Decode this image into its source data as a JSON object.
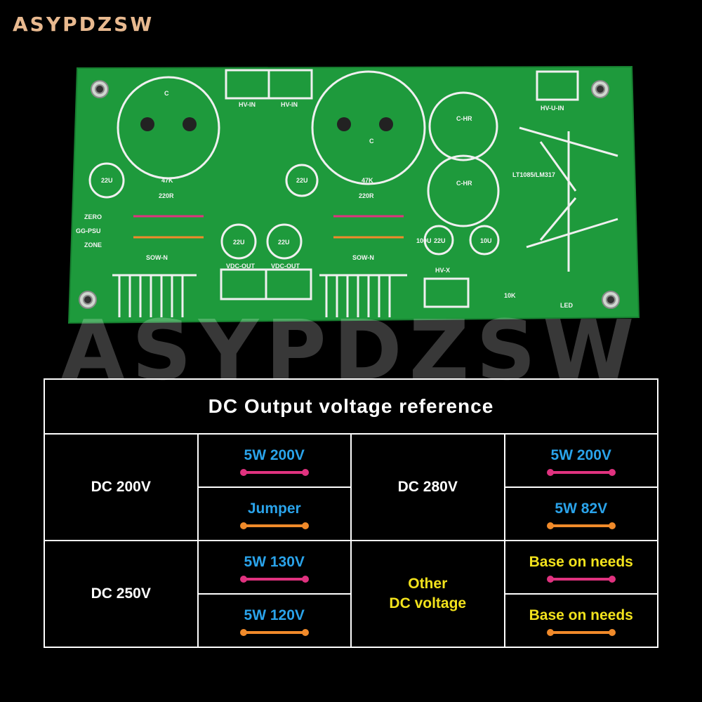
{
  "brand": "ASYPDZSW",
  "watermark": "ASYPDZSW",
  "pcb": {
    "board_color": "#1e9a3c",
    "labels": {
      "hv_in_1": "HV-IN",
      "hv_in_2": "HV-IN",
      "hv_u_in": "HV-U-IN",
      "vdc_out_1": "VDC-OUT",
      "vdc_out_2": "VDC-OUT",
      "sow_1": "SOW-N",
      "sow_2": "SOW-N",
      "hv_x": "HV-X",
      "r47k_1": "47K",
      "r220r_1": "220R",
      "r47k_2": "47K",
      "r220r_2": "220R",
      "r10k": "10K",
      "led": "LED",
      "cap_22u_1": "22U",
      "cap_22u_2": "22U",
      "cap_22u_3": "22U",
      "cap_22u_4": "22U",
      "cap_22u_5": "22U",
      "cap_10u": "10U",
      "cap_100u": "100U",
      "chr_1": "C-HR",
      "chr_2": "C-HR",
      "c1": "C",
      "c2": "C",
      "side1": "ZERO",
      "side2": "ZONE",
      "side3": "GG-PSU",
      "reg": "LT1085/LM317"
    }
  },
  "table": {
    "title": "DC Output voltage reference",
    "rows": [
      {
        "left_label": "DC 200V",
        "left_opts": [
          "5W 200V",
          "Jumper"
        ],
        "right_label": "DC 280V",
        "right_opts": [
          "5W 200V",
          "5W 82V"
        ]
      },
      {
        "left_label": "DC 250V",
        "left_opts": [
          "5W 130V",
          "5W 120V"
        ],
        "right_label": "Other\nDC voltage",
        "right_opts": [
          "Base on needs",
          "Base on needs"
        ]
      }
    ]
  },
  "colors": {
    "pink": "#e0327f",
    "orange": "#f08a2a",
    "blue_text": "#2aa3ea",
    "yellow_text": "#f2e21c"
  }
}
